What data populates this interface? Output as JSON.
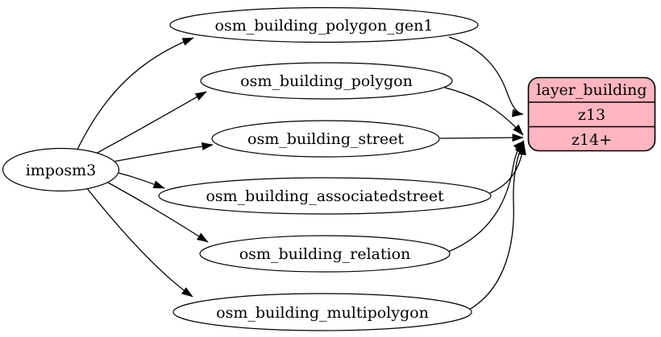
{
  "diagram": {
    "colors": {
      "layer_fill": "#ffb6c1",
      "table_fill": "#ffffff",
      "stroke": "#000000",
      "background": "#ffffff"
    },
    "source": {
      "label": "imposm3"
    },
    "tables": [
      {
        "label": "osm_building_polygon_gen1",
        "feeds": "z13"
      },
      {
        "label": "osm_building_polygon",
        "feeds": "z14+"
      },
      {
        "label": "osm_building_street",
        "feeds": "z14+"
      },
      {
        "label": "osm_building_associatedstreet",
        "feeds": "z14+"
      },
      {
        "label": "osm_building_relation",
        "feeds": "z14+"
      },
      {
        "label": "osm_building_multipolygon",
        "feeds": "z14+"
      }
    ],
    "layer": {
      "title": "layer_building",
      "rows": [
        "z13",
        "z14+"
      ]
    }
  }
}
